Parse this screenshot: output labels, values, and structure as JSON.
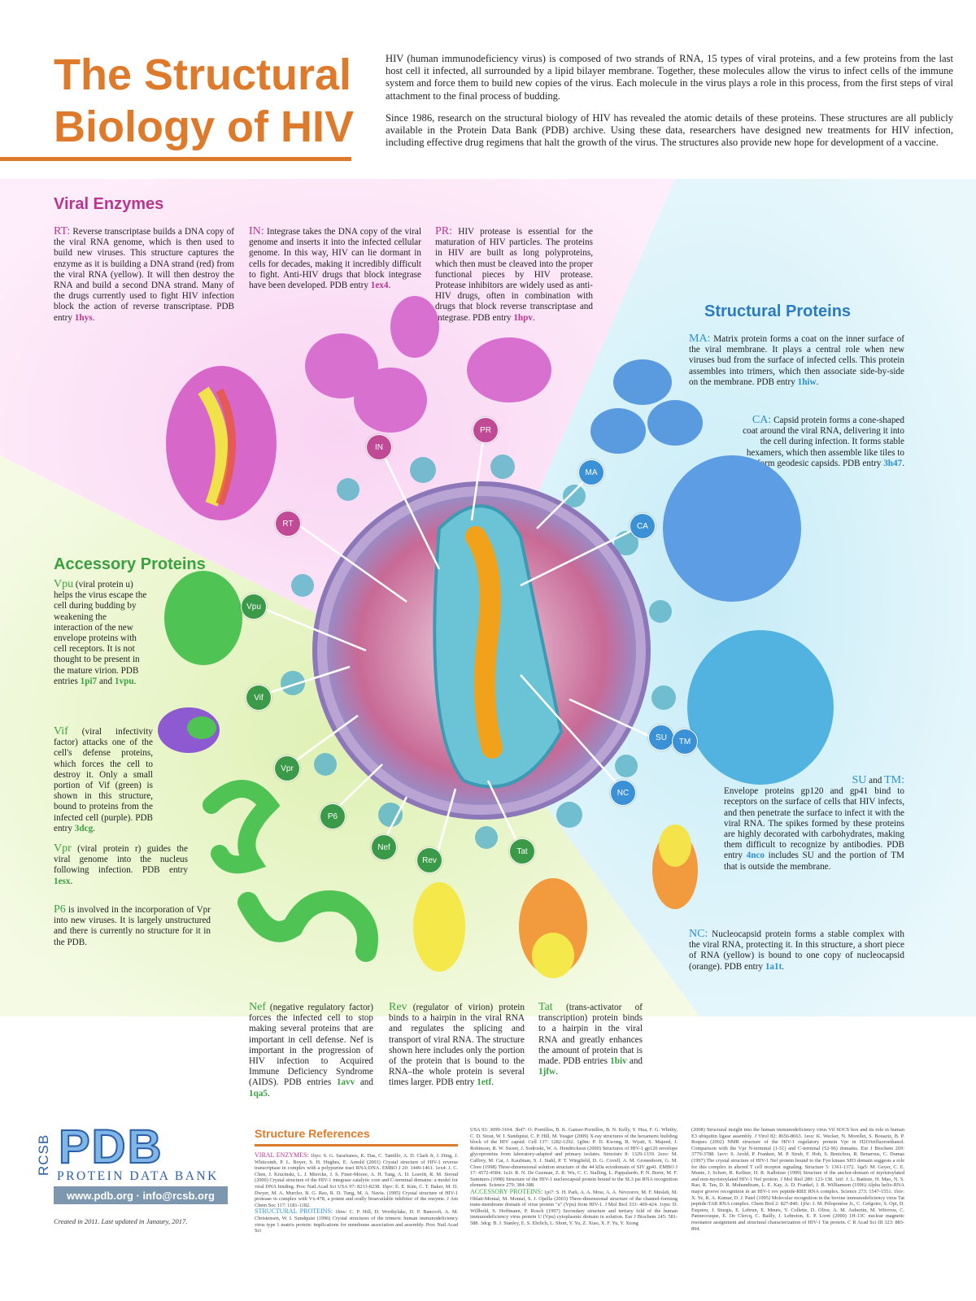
{
  "title": "The Structural Biology of HIV",
  "intro": {
    "p1": "HIV (human immunodeficiency virus) is composed of two strands of RNA, 15 types of viral proteins, and a few proteins from the last host cell it infected, all surrounded by a lipid bilayer membrane. Together, these molecules allow the virus to infect cells of the immune system and force them to build new copies of the virus. Each molecule in the virus plays a role in this process, from the first steps of viral attachment to the final process of budding.",
    "p2": "Since 1986, research on the structural biology of HIV has revealed the atomic details of these proteins. These structures are all publicly available in the Protein Data Bank (PDB) archive. Using these data, researchers have designed new treatments for HIV infection, including effective drug regimens that halt the growth of the virus. The structures also provide new hope for development of a vaccine."
  },
  "sections": {
    "enzymes": "Viral Enzymes",
    "structural": "Structural Proteins",
    "accessory": "Accessory Proteins"
  },
  "proteins": {
    "rt": {
      "abbr": "RT:",
      "text": "Reverse transcriptase builds a DNA copy of the viral RNA genome, which is then used to build new viruses. This structure captures the enzyme as it is building a DNA strand (red) from the viral RNA (yellow). It will then destroy the RNA and build a second DNA strand. Many of the drugs currently used to fight HIV infection block the action of reverse transcriptase. PDB entry ",
      "pdb": "1hys",
      "end": "."
    },
    "in": {
      "abbr": "IN:",
      "text": "Integrase takes the DNA copy of the viral genome and inserts it into the infected cellular genome. In this way, HIV can lie dormant in cells for decades, making it incredibly difficult to fight. Anti-HIV drugs that block integrase have been developed. PDB entry ",
      "pdb": "1ex4",
      "end": "."
    },
    "pr": {
      "abbr": "PR:",
      "text": "HIV protease is essential for the maturation of HIV particles. The proteins in HIV are built as long polyproteins, which then must be cleaved into the proper functional pieces by HIV protease. Protease inhibitors are widely used as anti-HIV drugs, often in combination with drugs that block reverse transcriptase and integrase. PDB entry ",
      "pdb": "1hpv",
      "end": "."
    },
    "ma": {
      "abbr": "MA:",
      "text": "Matrix protein forms a coat on the inner surface of the viral membrane. It plays a central role when new viruses bud from the surface of infected cells. This protein assembles into trimers, which then associate side-by-side on the membrane. PDB entry ",
      "pdb": "1hiw",
      "end": "."
    },
    "ca": {
      "abbr": "CA:",
      "text": "Capsid protein forms a cone-shaped coat around the viral RNA, delivering it into the cell during infection. It forms stable hexamers, which then assemble like tiles to form geodesic capsids. PDB entry ",
      "pdb": "3h47",
      "end": "."
    },
    "sutm": {
      "abbr": "SU",
      "and": " and ",
      "abbr2": "TM:",
      "text": "Envelope proteins gp120 and gp41 bind to receptors on the surface of cells that HIV infects, and then penetrate the surface to infect it with the viral RNA. The spikes formed by these proteins are highly decorated with carbohydrates, making them difficult to recognize by antibodies. PDB entry ",
      "pdb": "4nco",
      "end": " includes SU and the portion of TM that is outside the membrane."
    },
    "nc": {
      "abbr": "NC:",
      "text": "Nucleocapsid protein forms a stable complex with the viral RNA, protecting it. In this structure, a short piece of RNA (yellow) is bound to one copy of nucleocapsid (orange). PDB entry ",
      "pdb": "1a1t",
      "end": "."
    },
    "vpu": {
      "abbr": "Vpu",
      "text": " (viral protein u) helps the virus escape the cell during budding by weakening the interaction of the new envelope proteins with cell receptors. It is not thought to be present in the mature virion. PDB entries ",
      "pdb": "1pi7",
      "and": " and ",
      "pdb2": "1vpu",
      "end": "."
    },
    "vif": {
      "abbr": "Vif",
      "text": " (viral infectivity factor) attacks one of the cell's defense proteins, which forces the cell to destroy it. Only a small portion of Vif (green) is shown in this structure, bound to proteins from the infected cell (purple). PDB entry ",
      "pdb": "3dcg",
      "end": "."
    },
    "vpr": {
      "abbr": "Vpr",
      "text": " (viral protein r) guides the viral genome into the nucleus following infection. PDB entry ",
      "pdb": "1esx",
      "end": "."
    },
    "p6": {
      "abbr": "P6",
      "text": " is involved in the incorporation of Vpr into new viruses. It is largely unstructured and there is currently no structure for it in the PDB."
    },
    "nef": {
      "abbr": "Nef",
      "text": " (negative regulatory factor) forces the infected cell to stop making several proteins that are important in cell defense. Nef is important in the progression of HIV infection to Acquired Immune Deficiency Syndrome (AIDS). PDB entries ",
      "pdb": "1avv",
      "and": " and ",
      "pdb2": "1qa5",
      "end": "."
    },
    "rev": {
      "abbr": "Rev",
      "text": " (regulator of virion) protein binds to a hairpin in the viral RNA and regulates the splicing and transport of viral RNA. The structure shown here includes only the portion of the protein that is bound to the RNA–the whole protein is several times larger. PDB entry ",
      "pdb": "1etf",
      "end": "."
    },
    "tat": {
      "abbr": "Tat",
      "text": " (trans-activator of transcription) protein binds to a hairpin in the viral RNA and greatly enhances the amount of protein that is made. PDB entries ",
      "pdb": "1biv",
      "and": " and ",
      "pdb2": "1jfw",
      "end": "."
    }
  },
  "bubbles": {
    "rt": "RT",
    "in": "IN",
    "pr": "PR",
    "ma": "MA",
    "ca": "CA",
    "su": "SU",
    "tm": "TM",
    "nc": "NC",
    "vpu": "Vpu",
    "vif": "Vif",
    "vpr": "Vpr",
    "p6": "P6",
    "nef": "Nef",
    "rev": "Rev",
    "tat": "Tat"
  },
  "references": {
    "heading": "Structure References",
    "enzymes_label": "VIRAL ENZYMES:",
    "enzymes_text": "1hys: S. G. Sarafianos, K. Das, C. Tantillo, A. D. Clark Jr, J. Ding, J. Whitcomb, P. L. Boyer, S. H. Hughes, E. Arnold (2001) Crystal structure of HIV-1 reverse transcriptase in complex with a polypurine tract RNA:DNA. EMBO J 20: 1449-1461. 1ex4: J. C. Chen, J. Krucinski, L. J. Miercke, J. S. Finer-Moore, A. H. Tang, A. D. Leavitt, R. M. Stroud (2000) Crystal structure of the HIV-1 integrase catalytic core and C-terminal domains: a model for viral DNA binding. Proc Natl Acad Sci USA 97: 8233-8238. 1hpv: E. E. Kim, C. T. Baker, M. D. Dwyer, M. A. Murcko, B. G. Rao, R. D. Tung, M. A. Navia. (1995) Crystal structure of HIV-1 protease in complex with Vx-478, a potent and orally bioavailable inhibitor of the enzyme. J Am Chem Soc 117: 1181-1182.",
    "structural_label": "STRUCTURAL PROTEINS:",
    "structural_text": "1hiw: C. P. Hill, D. Worthylake, D. P. Bancroft, A. M. Christensen, W. I. Sundquist (1996) Crystal structures of the trimeric human immunodeficiency virus type 1 matrix protein: implications for membrane association and assembly. Proc Natl Acad Sci",
    "col2_text": "USA 93: 3099-3104. 3h47: O. Pornillos, B. K. Ganser-Pornillos, B. N. Kelly, Y. Hua, F. G. Whitby, C. D. Stout, W. I. Sundquist, C. P. Hill, M. Yeager (2009) X-ray structures of the hexameric building block of the HIV capsid. Cell 137: 1282-1292. 1g9m: P. D. Kwong, R. Wyatt, S. Majeed, J. Robinson, R. W. Sweet, J. Sodroski, W. A. Hendrickson (2000) Structures of HIV-1 gp120 envelope glycoproteins from laboratory-adapted and primary isolates. Structure 8: 1329-1339. 2ezo: M. Caffrey, M. Cai, J. Kaufman, S. J. Stahl, P. T. Wingfield, D. G. Covell, A. M. Gronenborn, G. M. Clore (1998) Three-dimensional solution structure of the 44 kDa ectodomain of SIV gp41. EMBO J 17: 4572-4584. 1a1t: R. N. De Guzman, Z. R. Wu, C. C. Stalling, L. Pappalardo, P. N. Borer, M. F. Summers (1998) Structure of the HIV-1 nucleocapsid protein bound to the SL3 psi RNA recognition element. Science 279: 384-388.",
    "accessory_label": "ACCESSORY PROTEINS:",
    "accessory_text": "1pi7: S. H. Park, A. A. Mrse, A. A. Nevzorov, M. F. Mesleh, M. Oblatt-Montal, M. Montal, S. J. Opella (2003) Three-dimensional structure of the channel-forming trans-membrane domain of virus protein \"u\" (Vpu) from HIV-1. J Mol Biol 333: 409-424. 1vpu: D. Willbold, S. Hoffmann, P. Rosch (1997) Secondary structure and tertiary fold of the human immunodeficiency virus protein U (Vpu) cytoplasmic domain in solution. Eur J Biochem 245: 581-588. 3dcg: B. J. Stanley, E. S. Ehrlich, L. Short, Y. Yu, Z. Xiao, X. F. Yu, Y. Xiong",
    "col3_text": "(2008) Structural insight into the human immunodeficiency virus Vif SOCS box and its role in human E3 ubiquitin ligase assembly. J Virol 82: 8656-8663. 1esx: K. Wecker, N. Morellet, S. Bouaziz, B. P. Roques (2002) NMR structure of the HIV-1 regulatory protein Vpr in H2O/trifluoroethanol. Comparison with the Vpr N-terminal (1-51) and C-terminal (52-96) domains. Eur J Biochem 269: 3779-3788. 1avv: S. Arold, P. Franken, M. P. Strub, F. Hoh, S. Benichou, R. Benarous, C. Dumas (1997) The crystal structure of HIV-1 Nef protein bound to the Fyn kinase SH3 domain suggests a role for this complex in altered T cell receptor signaling. Structure 5: 1361-1372. 1qa5: M. Geyer, C. E. Munte, J. Schorr, R. Kellner, H. R. Kalbitzer (1999) Structure of the anchor-domain of myristoylated and non-myristoylated HIV-1 Nef protein. J Mol Biol 289: 123-138. 1etf: J. L. Battiste, H. Mao, N. S. Rao, R. Tan, D. R. Muhandiram, L. E. Kay, A. D. Frankel, J. R. Williamson (1996) Alpha helix-RNA major groove recognition in an HIV-1 rev peptide-RRE RNA complex. Science 273: 1547-1551. 1biv: X. Ye, R. A. Kumar, D. J. Patel (1995) Molecular recognition in the bovine immunodeficiency virus Tat peptide:TAR RNA complex. Chem Biol 2: 827-840. 1jfw: J. M. Péloponèse Jr., C. Grégoire, S. Opi, D. Esquieu, J. Sturgis, E. Lebrun, E. Meurs, Y. Collette, D. Olive, A. M. Aubertin, M. Witvrow, C. Pannecouque, E. De Clercq, C. Bailly, J. Lebreton, E. P. Loret (2000) 1H-13C nuclear magnetic resonance assignment and structural characterization of HIV-1 Tat protein. C R Acad Sci III 323: 883-894."
  },
  "logo": {
    "rcsb": "RCSB",
    "pdb": "PDB",
    "sub": "PROTEIN DATA BANK",
    "url": "www.pdb.org · info@rcsb.org"
  },
  "created": "Created in 2011. Last updated in Janaury, 2017.",
  "colors": {
    "accent": "#dd7a2b",
    "enzymes": "#b8368f",
    "structural": "#2c7bc0",
    "accessory": "#3aa040"
  }
}
